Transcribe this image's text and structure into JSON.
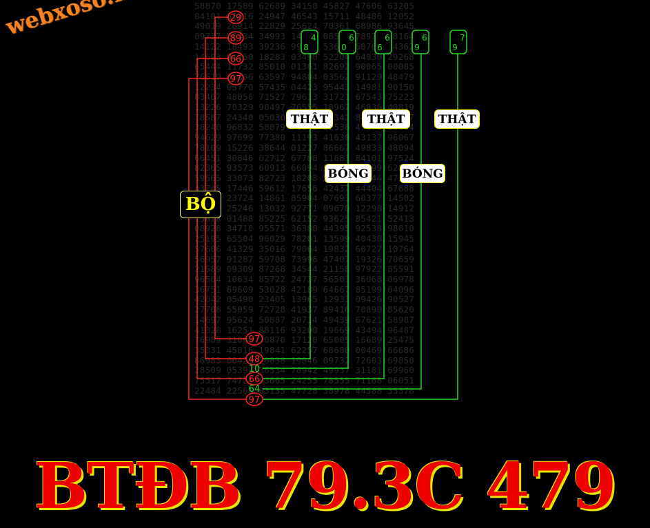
{
  "logo": "webxoso.net",
  "bo_label": "BỘ",
  "labels": [
    "THẬT",
    "BÓNG",
    "THẬT",
    "BÓNG",
    "THẬT"
  ],
  "top_circles": [
    "29",
    "89",
    "66",
    "97"
  ],
  "bottom_circles": [
    "97",
    "48",
    "66",
    "97"
  ],
  "bottom_plain": [
    "10",
    "64"
  ],
  "boxes": [
    {
      "top": "4",
      "bottom": "8"
    },
    {
      "top": "6",
      "bottom": "0"
    },
    {
      "top": "6",
      "bottom": "6"
    },
    {
      "top": "6",
      "bottom": "9"
    },
    {
      "top": "7",
      "bottom": "9"
    }
  ],
  "footer": "BTĐB 79.3C 479",
  "colors": {
    "red": "#ff2222",
    "green": "#22dd22",
    "yellow": "#ffff00",
    "logo": "#f5841f"
  }
}
